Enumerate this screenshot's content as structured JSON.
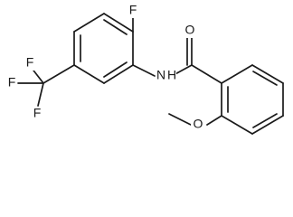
{
  "structure": {
    "atom_labels": {
      "fluorine_top": "F",
      "cf3_f_top": "F",
      "cf3_f_left": "F",
      "cf3_f_bottom": "F",
      "carbonyl_oxygen": "O",
      "amide_nitrogen": "N",
      "amide_hydrogen": "H",
      "methoxy_oxygen": "O"
    }
  }
}
